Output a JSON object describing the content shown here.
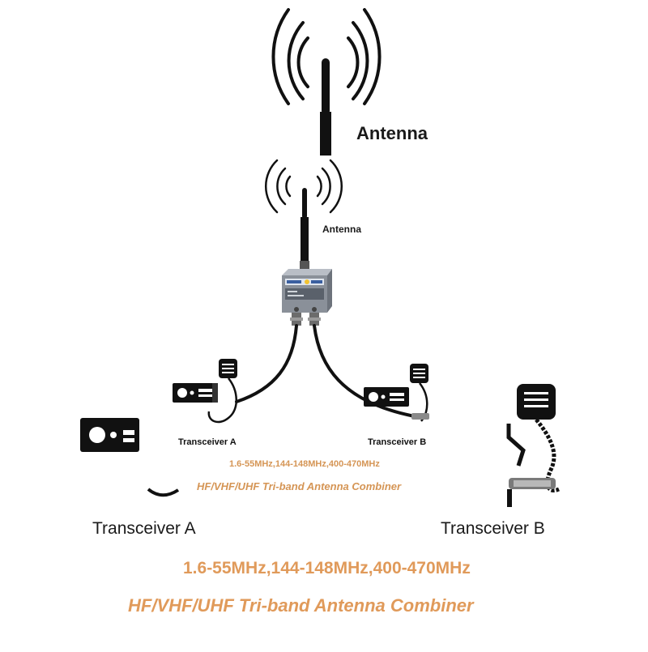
{
  "diagram": {
    "labels": {
      "antenna_large": "Antenna",
      "antenna_small": "Antenna",
      "transceiver_a_small": "Transceiver A",
      "transceiver_b_small": "Transceiver B",
      "frequency_small": "1.6-55MHz,144-148MHz,400-470MHz",
      "title_small": "HF/VHF/UHF Tri-band Antenna Combiner",
      "transceiver_a_large": "Transceiver A",
      "transceiver_b_large": "Transceiver B",
      "frequency_large": "1.6-55MHz,144-148MHz,400-470MHz",
      "title_large": "HF/VHF/UHF Tri-band Antenna Combiner"
    },
    "colors": {
      "ink": "#111111",
      "accent_orange": "#e09a5a",
      "device_metal": "#8a9099",
      "device_label_blue": "#3a5fa0",
      "device_dot": "#f2c230"
    },
    "icons": [
      "radio-waves-icon",
      "antenna-icon",
      "combiner-device-icon",
      "coax-cable-icon",
      "transceiver-radio-icon",
      "microphone-icon"
    ]
  }
}
